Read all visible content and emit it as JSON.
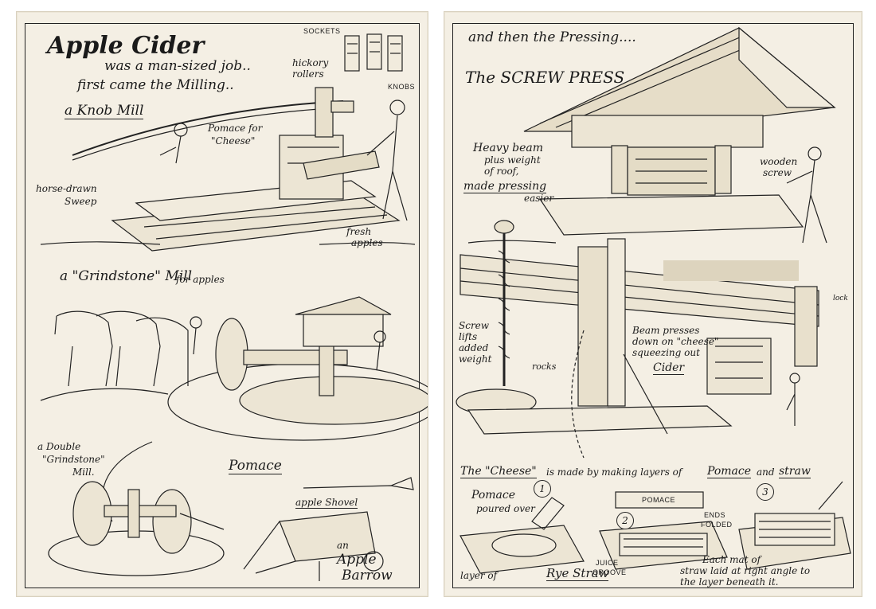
{
  "left": {
    "title": "Apple Cider",
    "subtitle": "was a man-sized job..",
    "intro": "first came the Milling..",
    "knob_mill": "a Knob Mill",
    "sockets": "SOCKETS",
    "hickory_rollers_1": "hickory",
    "hickory_rollers_2": "rollers",
    "knobs": "KNOBS",
    "pomace_for_cheese_1": "Pomace for",
    "pomace_for_cheese_2": "\"Cheese\"",
    "horse_sweep_1": "horse-drawn",
    "horse_sweep_2": "Sweep",
    "fresh_apples_1": "fresh",
    "fresh_apples_2": "apples",
    "grindstone_mill_1": "a \"Grindstone\" Mill",
    "grindstone_mill_2": "for apples",
    "double_grindstone_1": "a Double",
    "double_grindstone_2": "\"Grindstone\"",
    "double_grindstone_3": "Mill.",
    "pomace": "Pomace",
    "apple_shovel": "apple Shovel",
    "apple_barrow_1": "an",
    "apple_barrow_2": "Apple",
    "apple_barrow_3": "Barrow"
  },
  "right": {
    "heading": "and then the Pressing....",
    "screw_press": "The SCREW PRESS",
    "heavy_beam_1": "Heavy beam",
    "heavy_beam_2": "plus weight",
    "heavy_beam_3": "of roof,",
    "heavy_beam_4": "made pressing",
    "heavy_beam_5": "easier",
    "wooden_screw_1": "wooden",
    "wooden_screw_2": "screw",
    "lock": "lock",
    "screw_lifts_1": "Screw",
    "screw_lifts_2": "lifts",
    "screw_lifts_3": "added",
    "screw_lifts_4": "weight",
    "rocks": "rocks",
    "beam_presses_1": "Beam presses",
    "beam_presses_2": "down on \"cheese\"",
    "beam_presses_3": "squeezing out",
    "beam_presses_4": "Cider",
    "cheese_line_1": "The \"Cheese\"",
    "cheese_line_2": "is made by making layers of",
    "cheese_line_3": "Pomace",
    "cheese_line_4": "and",
    "cheese_line_5": "straw",
    "pomace_poured_1": "Pomace",
    "pomace_poured_2": "poured over",
    "pomace_box": "POMACE",
    "ends_folded_1": "ENDS",
    "ends_folded_2": "FOLDED",
    "juice_groove_1": "JUICE",
    "juice_groove_2": "GROOVE",
    "layer_of": "layer of",
    "rye_straw": "Rye Straw",
    "each_mat_1": "Each mat of",
    "each_mat_2": "straw laid at right angle to",
    "each_mat_3": "the layer beneath it.",
    "step_1": "1",
    "step_2": "2",
    "step_3": "3"
  }
}
